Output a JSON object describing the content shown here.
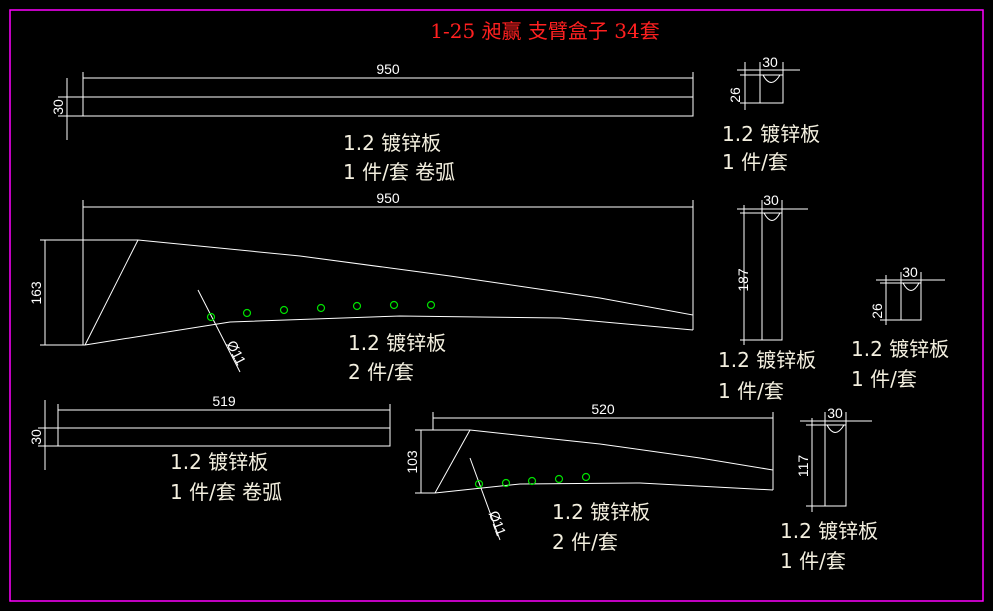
{
  "title": "1-25 昶赢 支臂盒子 34套",
  "colors": {
    "border": "#ff00ff",
    "title": "#ff2020",
    "holes": "#00e000",
    "lines": "#ffffff"
  },
  "parts": [
    {
      "dims": [
        "950",
        "30"
      ],
      "material": "1.2 镀锌板",
      "qty": "1 件/套 卷弧"
    },
    {
      "dims": [
        "30",
        "26"
      ],
      "material": "1.2 镀锌板",
      "qty": "1 件/套"
    },
    {
      "dims": [
        "950",
        "163"
      ],
      "hole": "Ø11",
      "material": "1.2 镀锌板",
      "qty": "2 件/套"
    },
    {
      "dims": [
        "30",
        "187"
      ],
      "material": "1.2 镀锌板",
      "qty": "1 件/套"
    },
    {
      "dims": [
        "30",
        "26"
      ],
      "material": "1.2 镀锌板",
      "qty": "1 件/套"
    },
    {
      "dims": [
        "519",
        "30"
      ],
      "material": "1.2 镀锌板",
      "qty": "1 件/套 卷弧"
    },
    {
      "dims": [
        "520",
        "103"
      ],
      "hole": "Ø11",
      "material": "1.2 镀锌板",
      "qty": "2 件/套"
    },
    {
      "dims": [
        "30",
        "117"
      ],
      "material": "1.2 镀锌板",
      "qty": "1 件/套"
    }
  ]
}
